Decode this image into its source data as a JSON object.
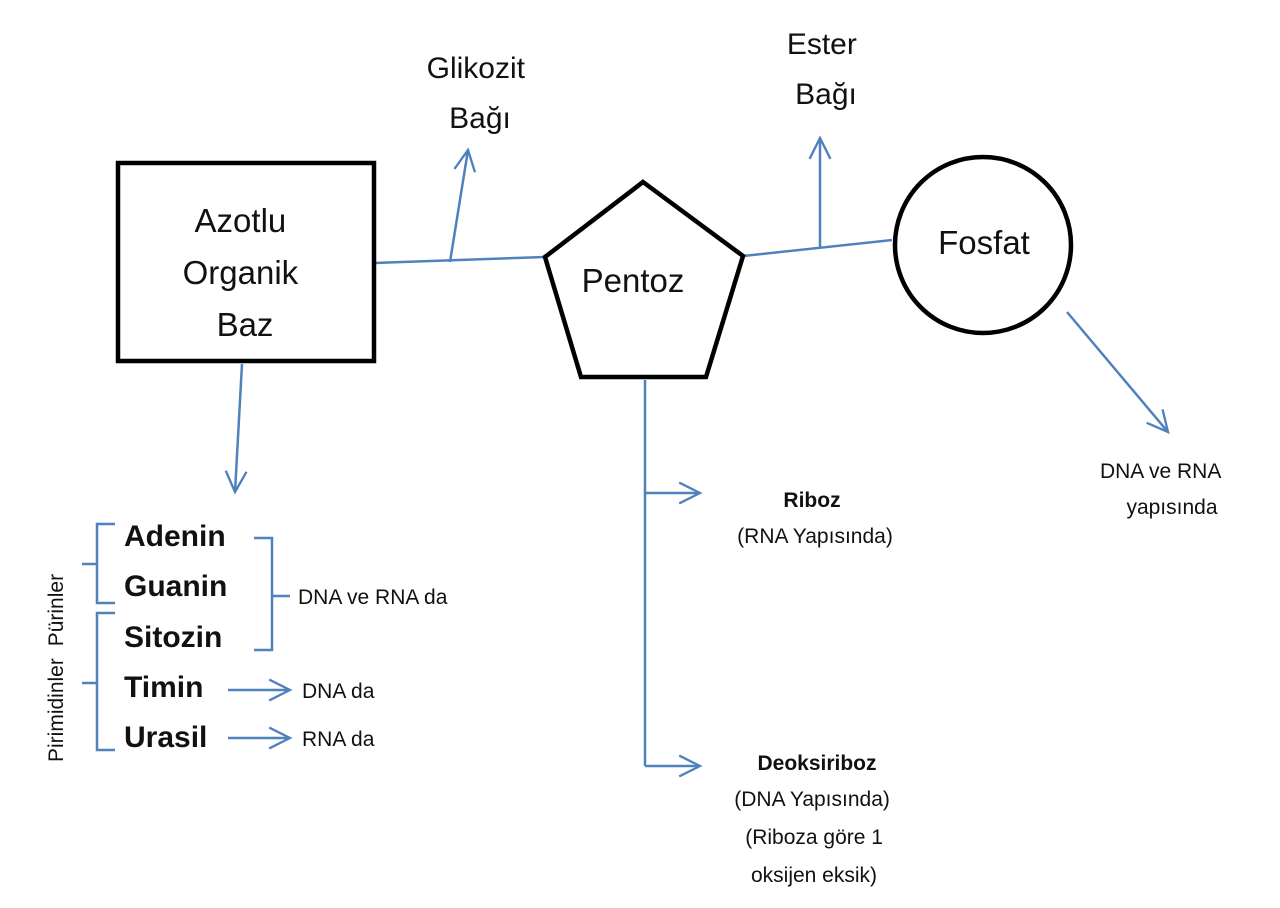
{
  "nodes": {
    "base": {
      "lines": [
        "Azotlu",
        "Organik",
        "Baz"
      ]
    },
    "pentose": {
      "label": "Pentoz"
    },
    "phosphate": {
      "label": "Fosfat"
    }
  },
  "bonds": {
    "glycosidic": {
      "lines": [
        "Glikozit",
        "Bağı"
      ]
    },
    "ester": {
      "lines": [
        "Ester",
        "Bağı"
      ]
    }
  },
  "phosphate_note": {
    "lines": [
      "DNA ve RNA",
      "yapısında"
    ]
  },
  "sugars": {
    "ribose": {
      "title": "Riboz",
      "lines": [
        "(RNA Yapısında)"
      ]
    },
    "deoxyribose": {
      "title": "Deoksiriboz",
      "lines": [
        "(DNA Yapısında)",
        "(Riboza göre 1",
        "oksijen eksik)"
      ]
    }
  },
  "bases": {
    "items": [
      "Adenin",
      "Guanin",
      "Sitozin",
      "Timin",
      "Urasil"
    ],
    "groups": {
      "purines": "Pürinler",
      "pyrimidines": "Pirimidinler"
    },
    "notes": {
      "dna_rna": "DNA ve RNA da",
      "dna": "DNA da",
      "rna": "RNA da"
    }
  },
  "colors": {
    "connector": "#4f81bd",
    "outline": "#000000"
  }
}
